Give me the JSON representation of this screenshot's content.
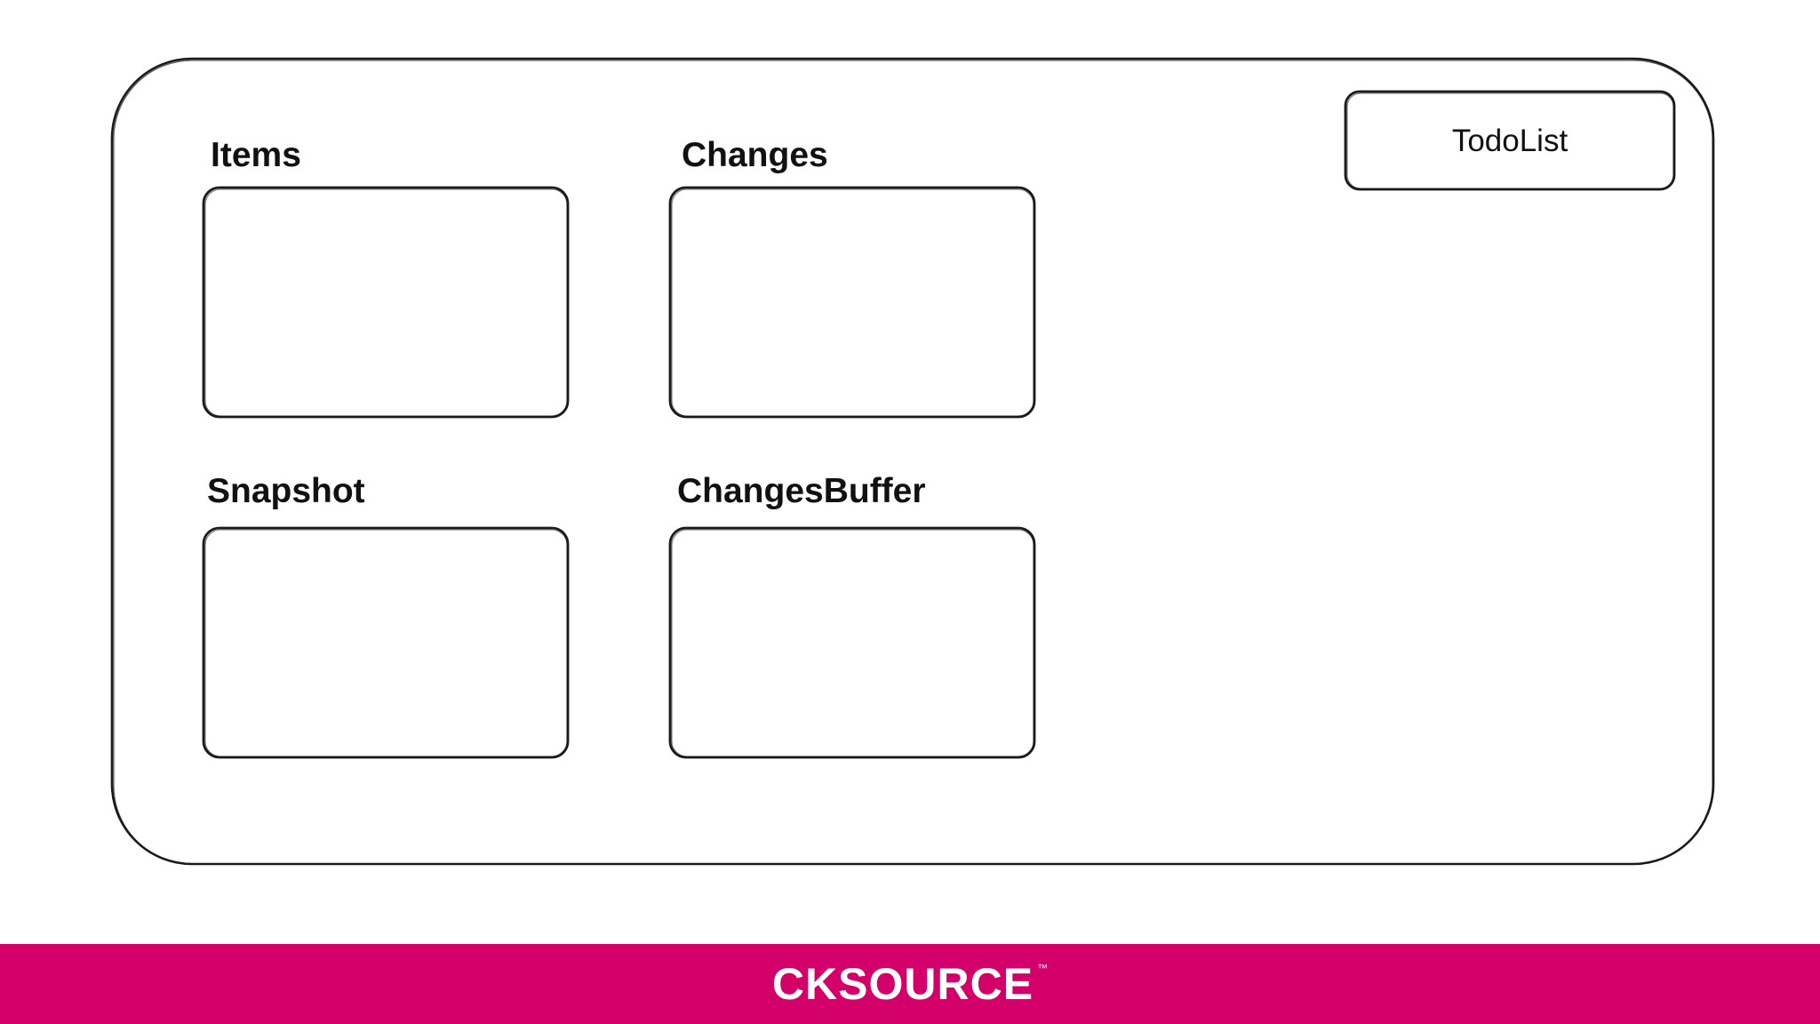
{
  "diagram": {
    "boxes": [
      {
        "id": "items",
        "label": "Items"
      },
      {
        "id": "changes",
        "label": "Changes"
      },
      {
        "id": "snapshot",
        "label": "Snapshot"
      },
      {
        "id": "changes-buffer",
        "label": "ChangesBuffer"
      }
    ],
    "component": {
      "label": "TodoList"
    }
  },
  "footer": {
    "brand": "CKSOURCE",
    "trademark": "™",
    "background_color": "#D40069"
  },
  "colors": {
    "stroke": "#1a1a1a",
    "background": "#ffffff"
  }
}
